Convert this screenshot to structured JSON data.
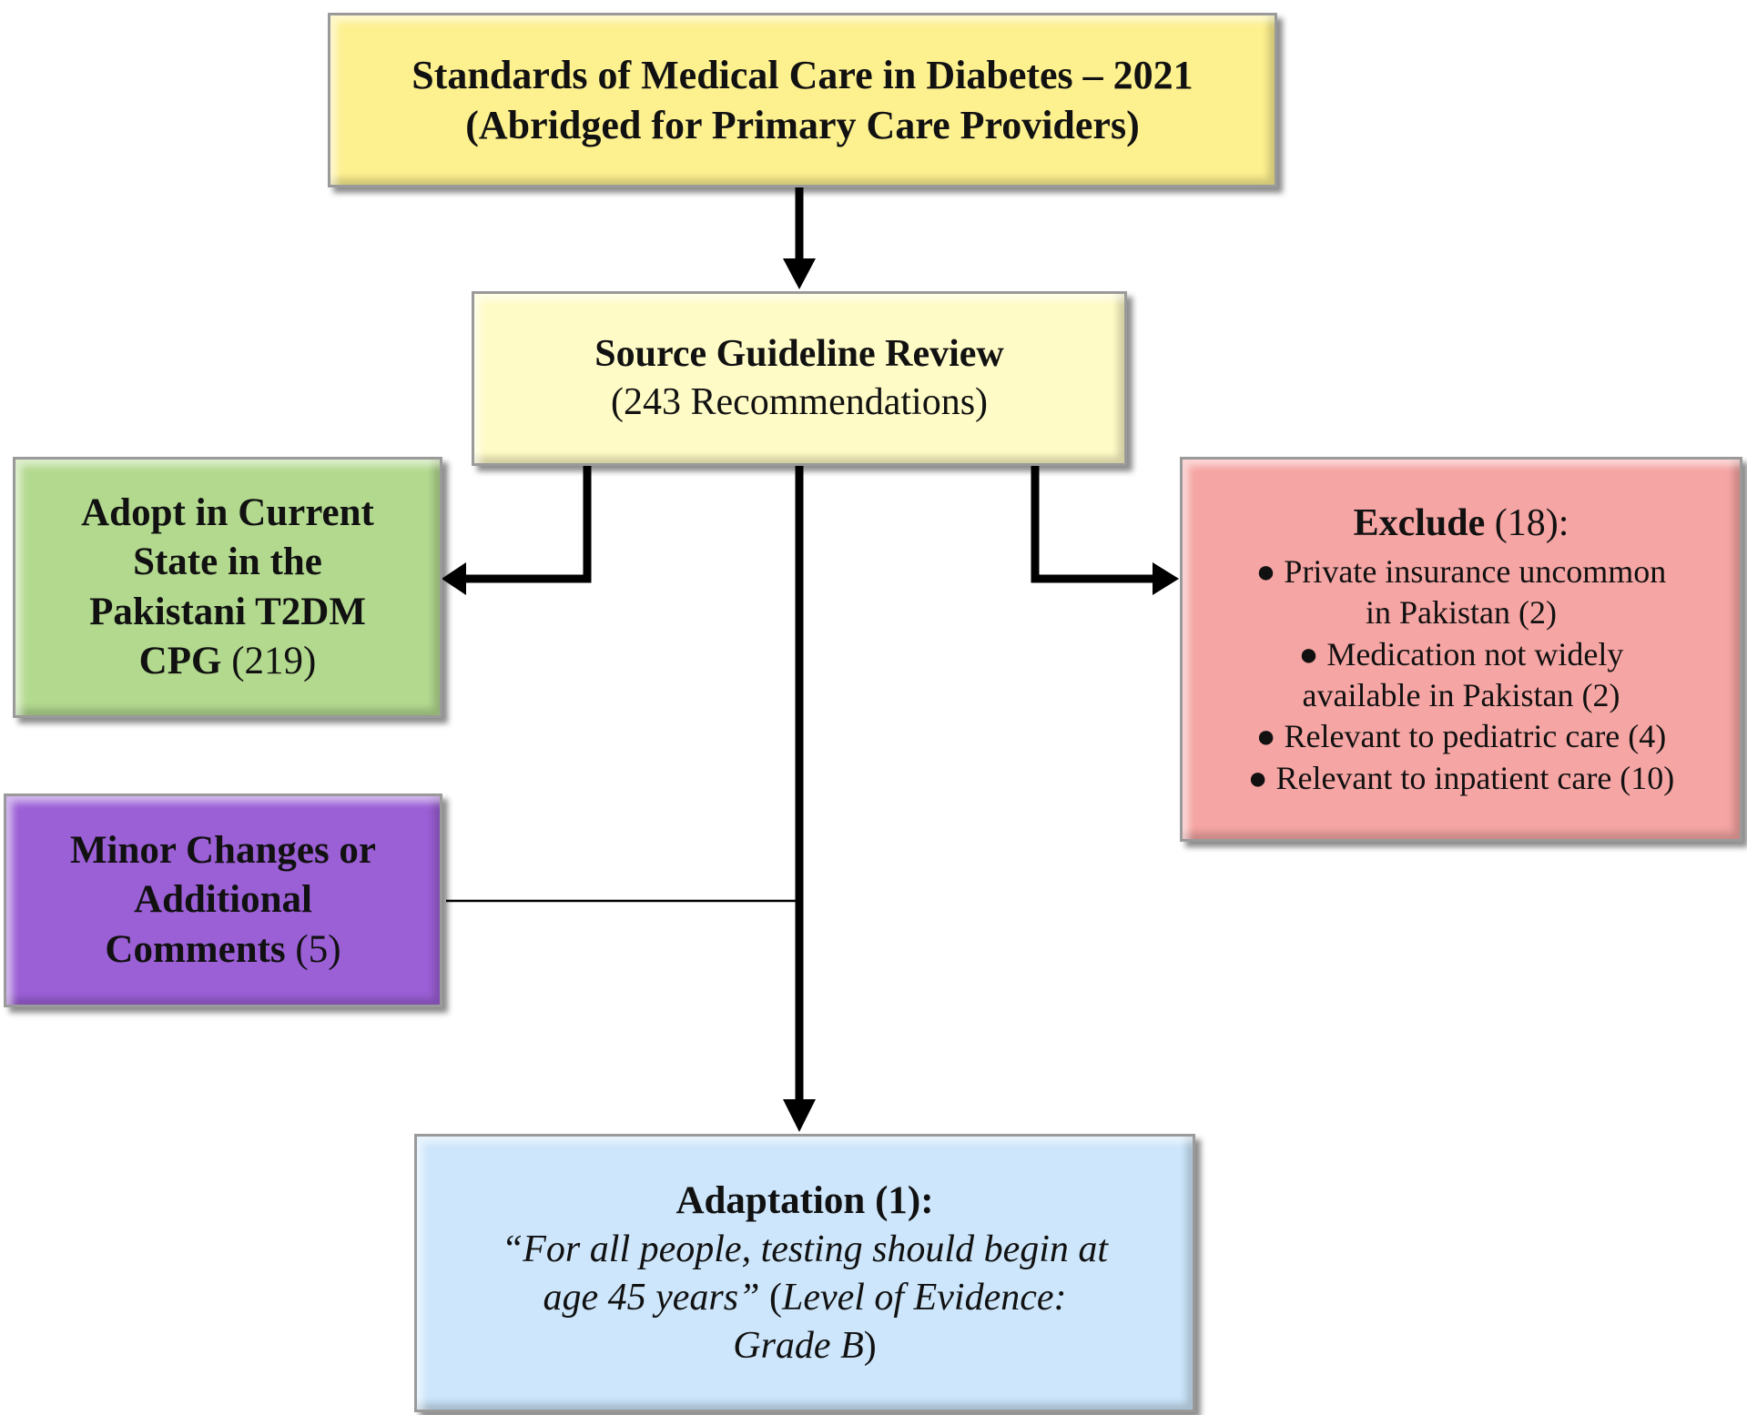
{
  "colors": {
    "top": "#fdf08f",
    "source": "#fffbc6",
    "adopt": "#b3d98f",
    "exclude": "#f5a5a3",
    "minor": "#9b5fd6",
    "adaptation": "#cde6fb",
    "arrow": "#000000"
  },
  "top": {
    "line1": "Standards of Medical Care in Diabetes – 2021",
    "line2": "(Abridged for Primary Care Providers)"
  },
  "source": {
    "title": "Source Guideline Review",
    "subtitle": "(243 Recommendations)"
  },
  "adopt": {
    "line1": "Adopt in Current",
    "line2": "State in the",
    "line3": "Pakistani T2DM",
    "line4_bold": "CPG",
    "line4_count": " (219)"
  },
  "exclude": {
    "title": "Exclude",
    "count": " (18):",
    "items": [
      "● Private insurance uncommon",
      "in Pakistan (2)",
      "● Medication not widely",
      "available in Pakistan (2)",
      "● Relevant to pediatric care (4)",
      "● Relevant to inpatient care (10)"
    ]
  },
  "minor": {
    "line1": "Minor Changes or",
    "line2": "Additional",
    "line3_bold": "Comments",
    "line3_count": " (5)"
  },
  "adaptation": {
    "title": "Adaptation (1):",
    "line1": "“For all people, testing should begin at",
    "line2_italic": "age 45 years”",
    "line2_plain": " (",
    "line2_italic2": "Level of Evidence:",
    "line3_italic": "Grade B",
    "line3_plain": ")"
  }
}
